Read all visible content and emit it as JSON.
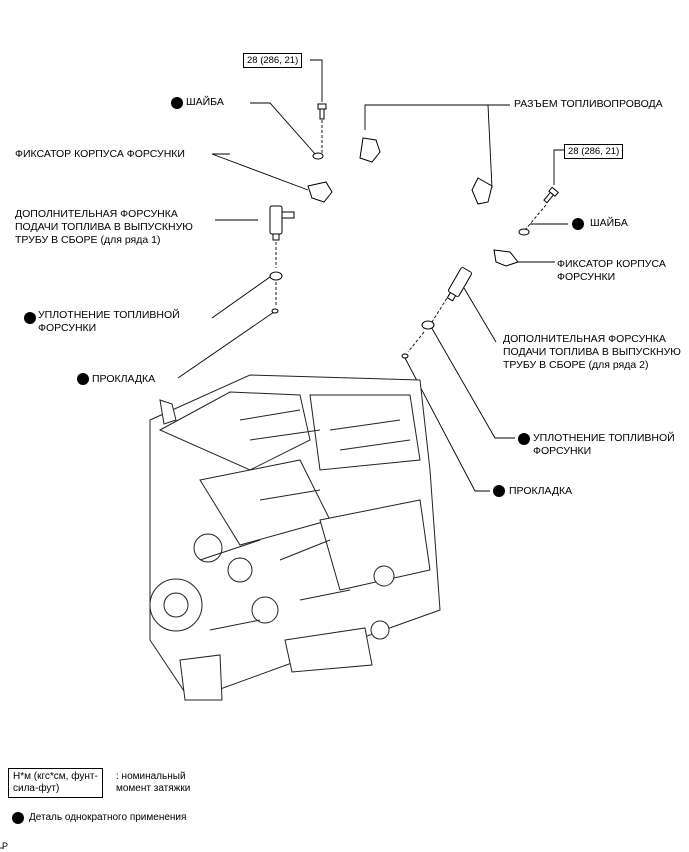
{
  "torque_value": "28 (286, 21)",
  "labels": {
    "washer": "ШАЙБА",
    "injector_clamp": "ФИКСАТОР КОРПУСА ФОРСУНКИ",
    "injector_clamp_wrapped": "ФИКСАТОР КОРПУСА\nФОРСУНКИ",
    "injector_bank1": "ДОПОЛНИТЕЛЬНАЯ ФОРСУНКА\nПОДАЧИ ТОПЛИВА В ВЫПУСКНУЮ\nТРУБУ В СБОРЕ (для ряда 1)",
    "injector_bank2": "ДОПОЛНИТЕЛЬНАЯ ФОРСУНКА\nПОДАЧИ ТОПЛИВА В ВЫПУСКНУЮ\nТРУБУ В СБОРЕ (для ряда 2)",
    "injector_seal": "УПЛОТНЕНИЕ ТОПЛИВНОЙ\nФОРСУНКИ",
    "gasket": "ПРОКЛАДКА",
    "fuel_connector": "РАЗЪЕМ ТОПЛИВОПРОВОДА"
  },
  "legend": {
    "torque_unit": "Н*м (кгс*см, фунт-\nсила-фут)",
    "torque_desc": ": номинальный\nмомент затяжки",
    "non_reusable": "Деталь однократного применения"
  },
  "corner_mark": "P",
  "colors": {
    "ink": "#000000",
    "background": "#ffffff",
    "engine_stroke": "#222222"
  }
}
